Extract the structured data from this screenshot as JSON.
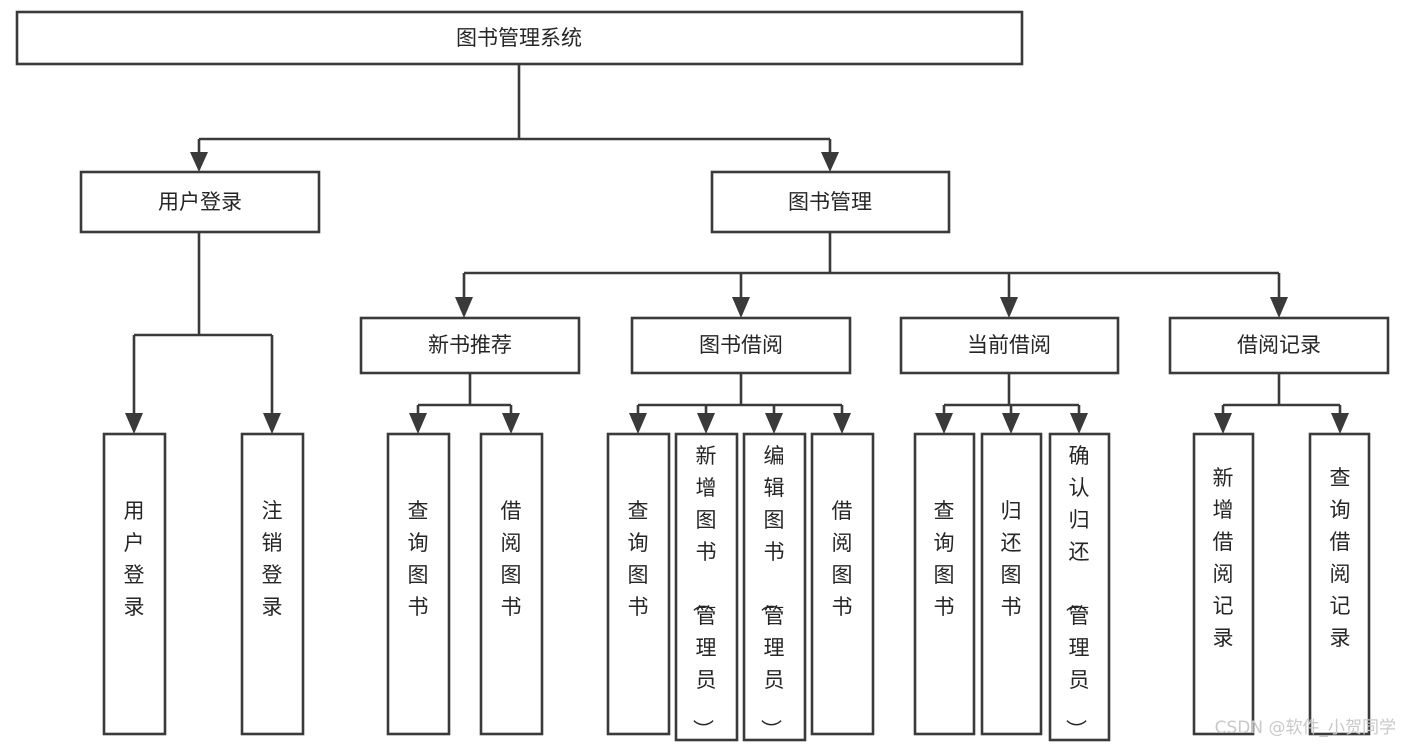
{
  "diagram": {
    "title": "图书管理系统",
    "type": "tree",
    "root": {
      "id": "root",
      "label": "图书管理系统",
      "orientation": "horizontal"
    },
    "level1": [
      {
        "id": "user-login",
        "label": "用户登录",
        "orientation": "horizontal"
      },
      {
        "id": "book-manage",
        "label": "图书管理",
        "orientation": "horizontal"
      }
    ],
    "level2": [
      {
        "id": "new-book-recommend",
        "label": "新书推荐",
        "parent": "book-manage",
        "orientation": "horizontal"
      },
      {
        "id": "book-borrow",
        "label": "图书借阅",
        "parent": "book-manage",
        "orientation": "horizontal"
      },
      {
        "id": "current-borrow",
        "label": "当前借阅",
        "parent": "book-manage",
        "orientation": "horizontal"
      },
      {
        "id": "borrow-record",
        "label": "借阅记录",
        "parent": "book-manage",
        "orientation": "horizontal"
      }
    ],
    "leaves": [
      {
        "id": "leaf-user-login",
        "label": "用户登录",
        "parent": "user-login",
        "orientation": "vertical"
      },
      {
        "id": "leaf-user-logout",
        "label": "注销登录",
        "parent": "user-login",
        "orientation": "vertical"
      },
      {
        "id": "leaf-query-book-1",
        "label": "查询图书",
        "parent": "new-book-recommend",
        "orientation": "vertical"
      },
      {
        "id": "leaf-borrow-book-1",
        "label": "借阅图书",
        "parent": "new-book-recommend",
        "orientation": "vertical"
      },
      {
        "id": "leaf-query-book-2",
        "label": "查询图书",
        "parent": "book-borrow",
        "orientation": "vertical"
      },
      {
        "id": "leaf-add-book",
        "label": "新增图书（管理员）",
        "parent": "book-borrow",
        "orientation": "vertical"
      },
      {
        "id": "leaf-edit-book",
        "label": "编辑图书（管理员）",
        "parent": "book-borrow",
        "orientation": "vertical"
      },
      {
        "id": "leaf-borrow-book-2",
        "label": "借阅图书",
        "parent": "book-borrow",
        "orientation": "vertical"
      },
      {
        "id": "leaf-query-book-3",
        "label": "查询图书",
        "parent": "current-borrow",
        "orientation": "vertical"
      },
      {
        "id": "leaf-return-book",
        "label": "归还图书",
        "parent": "current-borrow",
        "orientation": "vertical"
      },
      {
        "id": "leaf-confirm-return",
        "label": "确认归还（管理员）",
        "parent": "current-borrow",
        "orientation": "vertical"
      },
      {
        "id": "leaf-add-record",
        "label": "新增借阅记录",
        "parent": "borrow-record",
        "orientation": "vertical"
      },
      {
        "id": "leaf-query-record",
        "label": "查询借阅记录",
        "parent": "borrow-record",
        "orientation": "vertical"
      }
    ]
  },
  "watermark": {
    "text": "CSDN @软件_小贺同学"
  },
  "colors": {
    "stroke": "#3a3a3a",
    "fill": "#ffffff",
    "text": "#262626",
    "watermark": "#c9c9c9"
  }
}
